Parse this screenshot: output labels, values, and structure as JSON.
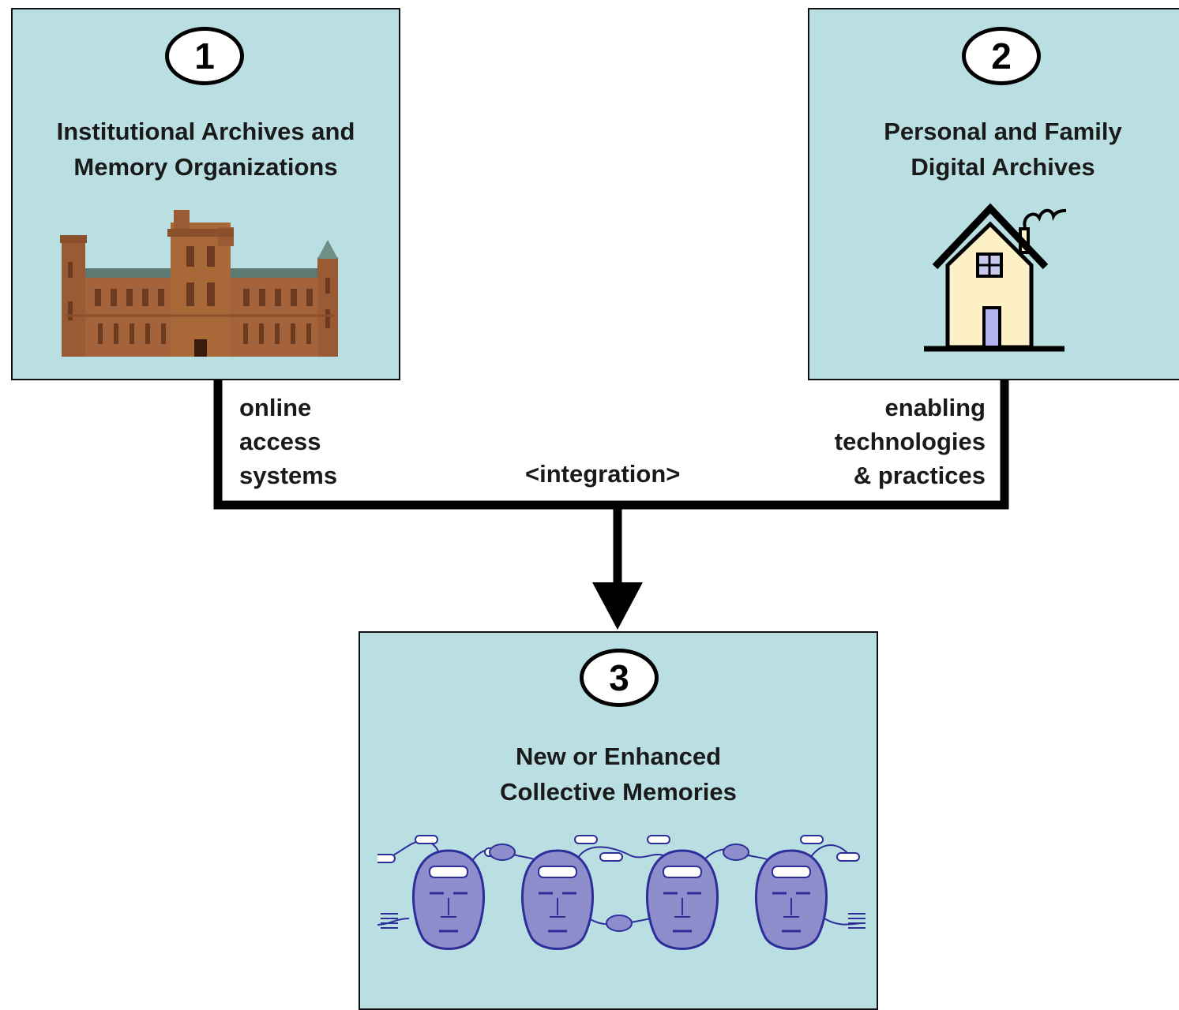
{
  "boxes": [
    {
      "number": "1",
      "title_lines": [
        "Institutional Archives and",
        "Memory Organizations"
      ],
      "icon": "castle-icon"
    },
    {
      "number": "2",
      "title_lines": [
        "Personal and Family",
        "Digital Archives"
      ],
      "icon": "house-icon"
    },
    {
      "number": "3",
      "title_lines": [
        "New or Enhanced",
        "Collective Memories"
      ],
      "icon": "connected-heads-icon"
    }
  ],
  "connector_labels": {
    "left": [
      "online",
      "access",
      "systems"
    ],
    "center": "<integration>",
    "right": [
      "enabling",
      "technologies",
      "& practices"
    ]
  },
  "colors": {
    "box_fill": "#b9dfe2",
    "line": "#000000",
    "brick": "#a4633a",
    "house_wall": "#fdf0c6",
    "head": "#8d8dcc"
  }
}
